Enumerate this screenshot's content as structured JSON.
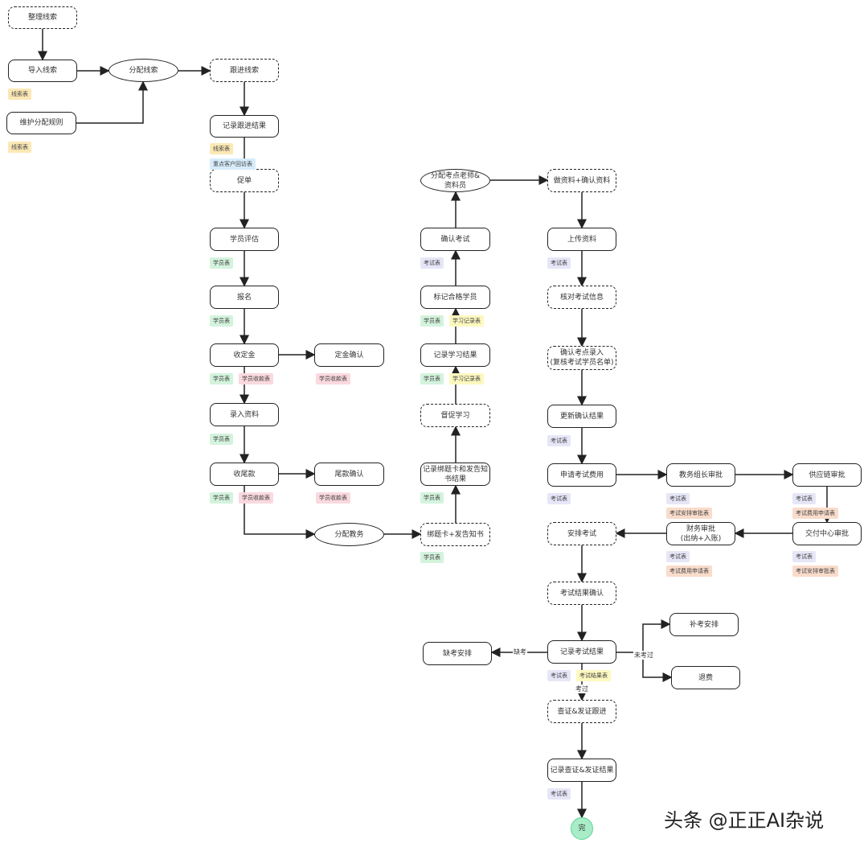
{
  "nodes": {
    "n1": "整理线索",
    "n2": "导入线索",
    "n3": "维护分配规则",
    "n4": "分配线索",
    "n5": "跟进线索",
    "n6": "记录跟进结果",
    "n7": "促单",
    "n8": "学员评估",
    "n9": "报名",
    "n10": "收定金",
    "n11": "定金确认",
    "n12": "录入资料",
    "n13": "收尾款",
    "n14": "尾款确认",
    "n15": "分配教务",
    "n16": "绑题卡+发告知书",
    "n17": "记录绑题卡和发告知\n书结果",
    "n18": "督促学习",
    "n19": "记录学习结果",
    "n20": "标记合格学员",
    "n21": "确认考试",
    "n22": "分配考点老师&\n资料员",
    "n23": "做资料+确认资料",
    "n24": "上传资料",
    "n25": "核对考试信息",
    "n26": "确认考点录入\n(复核考试学员名单)",
    "n27": "更新确认结果",
    "n28": "申请考试费用",
    "n29": "教务组长审批",
    "n30": "供应链审批",
    "n31": "交付中心审批",
    "n32": "财务审批\n(出纳+入账)",
    "n33": "安排考试",
    "n34": "考试结果确认",
    "n35": "记录考试结果",
    "n36": "缺考安排",
    "n37": "补考安排",
    "n38": "退费",
    "n39": "查证&发证跟进",
    "n40": "记录查证&发证结果",
    "n41": "完"
  },
  "tags": [
    "线索表",
    "线索表",
    "线索表",
    "重点客户回访表",
    "学员表",
    "学员表",
    "学员表",
    "学员收款表",
    "学员收款表",
    "学员表",
    "学员表",
    "学员收款表",
    "学员收款表",
    "学员表",
    "学员表",
    "学员表",
    "学习记录表",
    "学员表",
    "学习记录表",
    "考试表",
    "考试表",
    "考试表",
    "考试表",
    "考试表",
    "考试安排审批表",
    "考试表",
    "考试费用申请表",
    "考试表",
    "考试安排审批表",
    "考试表",
    "考试费用申请表",
    "考试表",
    "考试结果表",
    "考试表"
  ],
  "edge_labels": {
    "absent": "缺考",
    "failed": "未考过",
    "passed": "考过"
  },
  "branding": "头条 @正正AI杂说",
  "colors": {
    "end_fill": "#a8ecc8",
    "stroke": "#222222"
  }
}
